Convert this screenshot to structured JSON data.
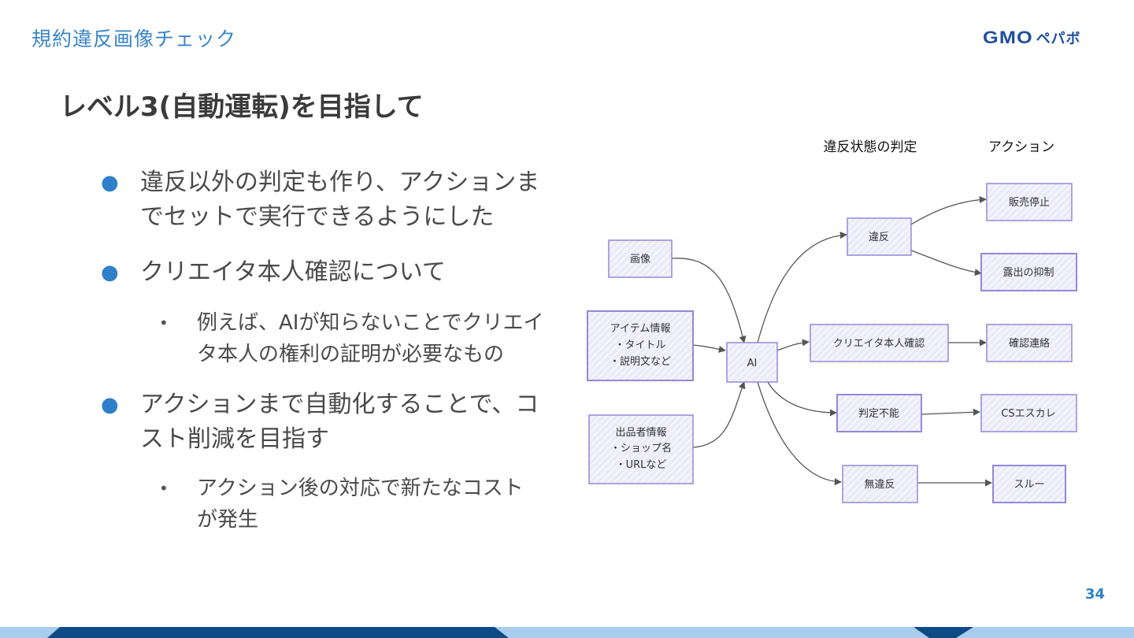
{
  "header": {
    "section_title": "規約違反画像チェック",
    "logo_gmo": "GMO",
    "logo_brand": "ペパボ"
  },
  "slide": {
    "headline": "レベル3(自動運転)を目指して",
    "page_number": "34"
  },
  "bullets": {
    "b1_line1": "違反以外の判定も作り、アクションま",
    "b1_line2": "でセットで実行できるようにした",
    "b2_line1": "クリエイタ本人確認について",
    "b2_sub_line1": "例えば、AIが知らないことでクリエイ",
    "b2_sub_line2": "タ本人の権利の証明が必要なもの",
    "b3_line1": "アクションまで自動化することで、コ",
    "b3_line2": "スト削減を目指す",
    "b3_sub_line1": "アクション後の対応で新たなコスト",
    "b3_sub_line2": "が発生"
  },
  "diagram": {
    "col_judgement": "違反状態の判定",
    "col_action": "アクション",
    "inputs": {
      "image": "画像",
      "item_info_1": "アイテム情報",
      "item_info_2": "・タイトル",
      "item_info_3": "・説明文など",
      "seller_info_1": "出品者情報",
      "seller_info_2": "・ショップ名",
      "seller_info_3": "・URLなど"
    },
    "ai": "AI",
    "judgements": {
      "violation": "違反",
      "creator_check": "クリエイタ本人確認",
      "undecidable": "判定不能",
      "no_violation": "無違反"
    },
    "actions": {
      "stop_sales": "販売停止",
      "suppress_exposure": "露出の抑制",
      "confirm_contact": "確認連絡",
      "cs_escalate": "CSエスカレ",
      "pass": "スルー"
    },
    "colors": {
      "node_fill": "#ecebfa",
      "node_stroke": "#9488d8",
      "arrow": "#555555"
    }
  },
  "footer": {
    "colors": {
      "light": "#a9cdee",
      "dark": "#0d4a86"
    }
  }
}
